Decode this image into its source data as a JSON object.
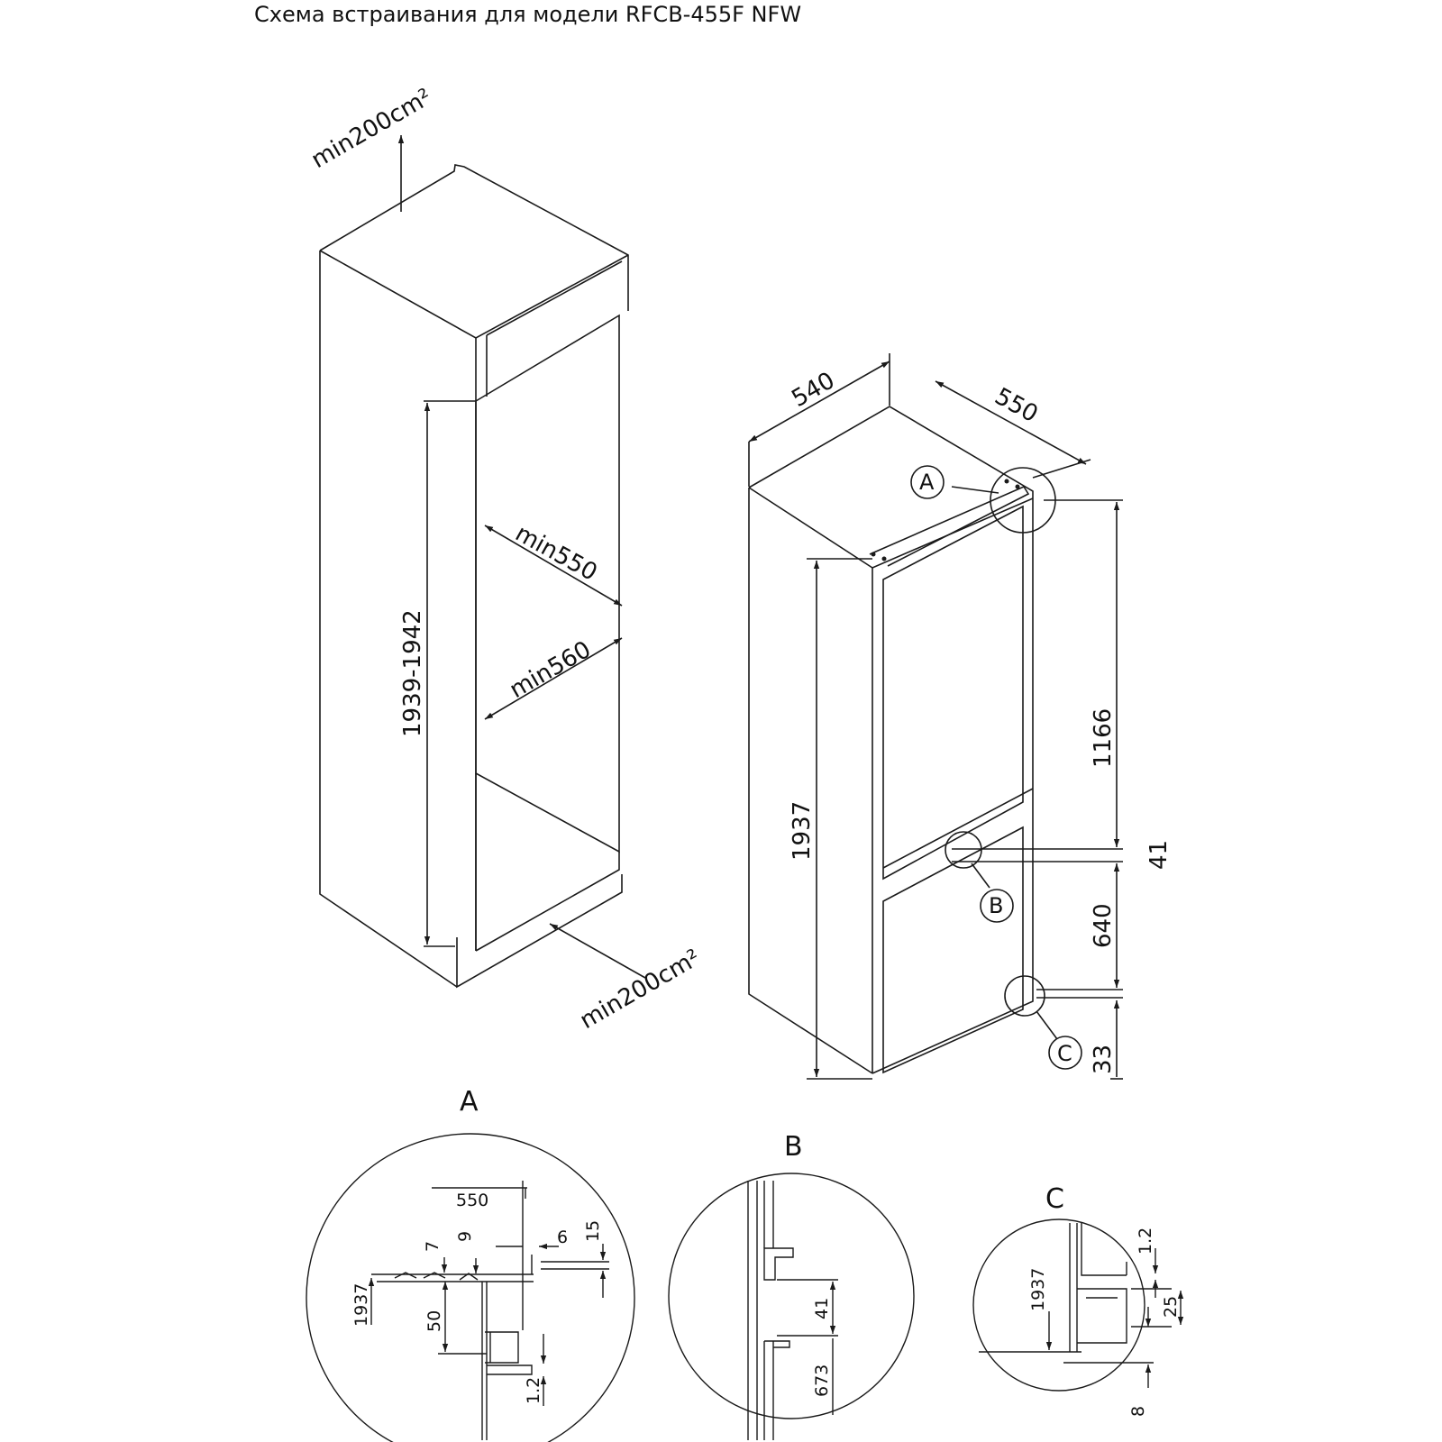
{
  "title": "Схема встраивания для модели RFCB-455F NFW",
  "niche": {
    "vent_top": "min200cm²",
    "vent_bottom": "min200cm²",
    "height": "1939-1942",
    "depth": "min550",
    "width": "min560"
  },
  "fridge": {
    "width": "540",
    "depth": "550",
    "height": "1937",
    "upper_door": "1166",
    "gap": "41",
    "lower_door": "640",
    "bottom_gap": "33",
    "callout_a": "A",
    "callout_b": "B",
    "callout_c": "C"
  },
  "detail_a": {
    "label": "A",
    "d550": "550",
    "d7": "7",
    "d9": "9",
    "d6": "6",
    "d15": "15",
    "d1937": "1937",
    "d50": "50",
    "d12": "1.2"
  },
  "detail_b": {
    "label": "B",
    "d41": "41",
    "d673": "673"
  },
  "detail_c": {
    "label": "C",
    "d12": "1.2",
    "d1937": "1937",
    "d25": "25",
    "d8": "8"
  },
  "colors": {
    "line": "#1a1a1a"
  }
}
